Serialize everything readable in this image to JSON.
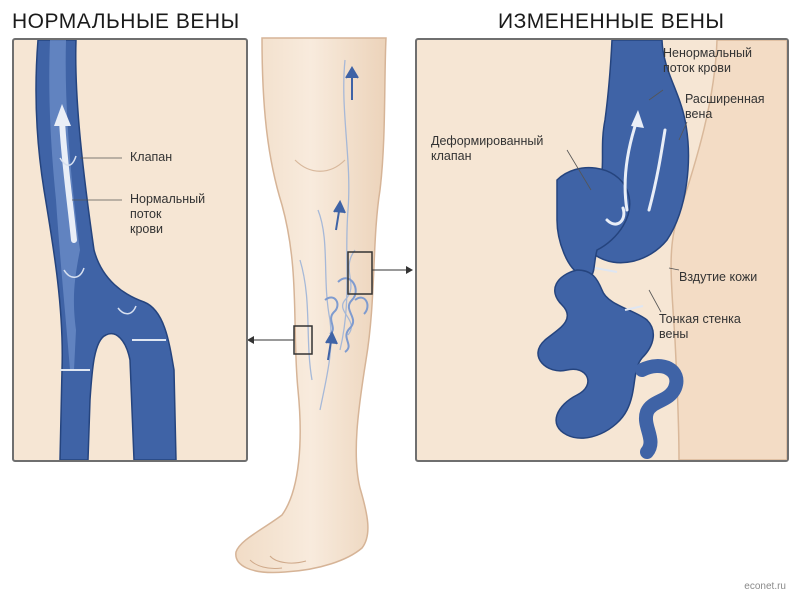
{
  "titles": {
    "normal": "НОРМАЛЬНЫЕ ВЕНЫ",
    "changed": "ИЗМЕНЕННЫЕ ВЕНЫ"
  },
  "left_labels": {
    "valve": "Клапан",
    "normal_flow": [
      "Нормальный",
      "поток",
      "крови"
    ]
  },
  "right_labels": {
    "abnormal_flow": [
      "Ненормальный",
      "поток крови"
    ],
    "dilated_vein": [
      "Расширенная",
      "вена"
    ],
    "deformed_valve": [
      "Деформированный",
      "клапан"
    ],
    "skin_bulge": "Вздутие кожи",
    "thin_wall": [
      "Тонкая стенка",
      "вены"
    ]
  },
  "watermark": "econet.ru",
  "colors": {
    "vein": "#3f63a6",
    "vein_light": "#7d9fd6",
    "vein_dark": "#25447e",
    "skin": "#f6e6d4",
    "skin_edge": "#d9b89a",
    "leg": "#f4e3d0",
    "border": "#6f6f6f"
  }
}
